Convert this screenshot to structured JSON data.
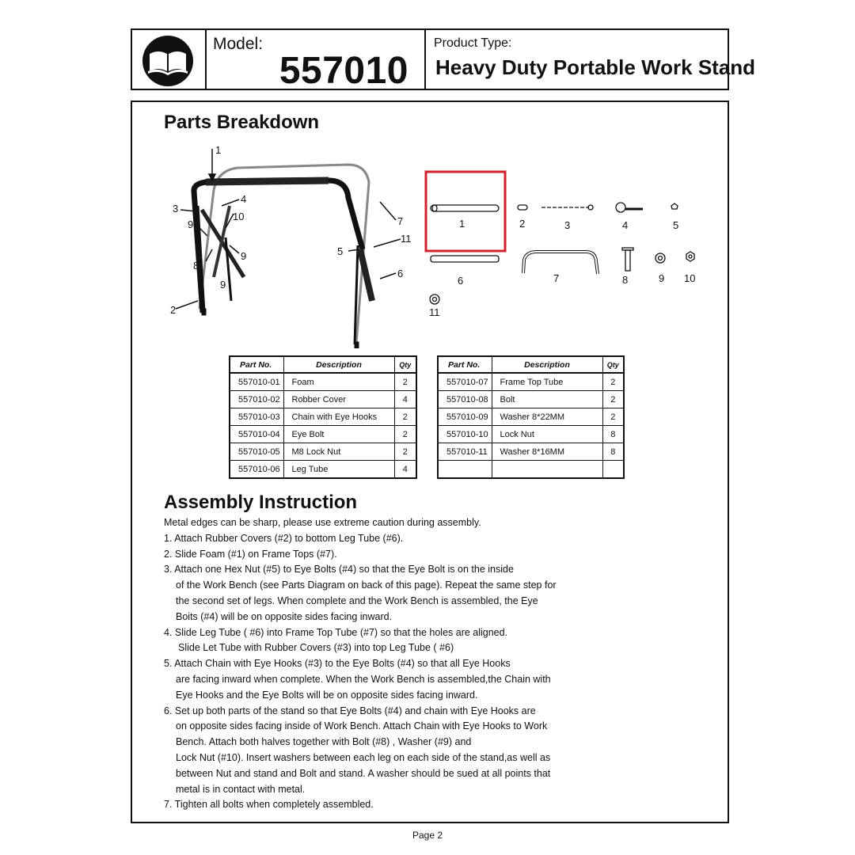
{
  "header": {
    "logo_icon": "open-book-icon",
    "model_label": "Model:",
    "model_number": "557010",
    "product_type_label": "Product Type:",
    "product_type": "Heavy Duty Portable Work Stand"
  },
  "parts_breakdown": {
    "title": "Parts Breakdown",
    "assembly_callouts": [
      "1",
      "2",
      "3",
      "4",
      "5",
      "6",
      "7",
      "8",
      "9",
      "10",
      "11"
    ],
    "part_callouts": [
      "1",
      "2",
      "3",
      "4",
      "5",
      "6",
      "7",
      "8",
      "9",
      "10",
      "11"
    ],
    "highlight_color": "#d0202a"
  },
  "tables": {
    "headers": {
      "part_no": "Part No.",
      "description": "Description",
      "qty": "Qty"
    },
    "left": [
      {
        "part_no": "557010-01",
        "description": "Foam",
        "qty": "2"
      },
      {
        "part_no": "557010-02",
        "description": "Robber Cover",
        "qty": "4"
      },
      {
        "part_no": "557010-03",
        "description": "Chain with Eye Hooks",
        "qty": "2"
      },
      {
        "part_no": "557010-04",
        "description": "Eye Bolt",
        "qty": "2"
      },
      {
        "part_no": "557010-05",
        "description": "M8 Lock Nut",
        "qty": "2"
      },
      {
        "part_no": "557010-06",
        "description": "Leg Tube",
        "qty": "4"
      }
    ],
    "right": [
      {
        "part_no": "557010-07",
        "description": "Frame Top Tube",
        "qty": "2"
      },
      {
        "part_no": "557010-08",
        "description": "Bolt",
        "qty": "2"
      },
      {
        "part_no": "557010-09",
        "description": "Washer 8*22MM",
        "qty": "2"
      },
      {
        "part_no": "557010-10",
        "description": "Lock Nut",
        "qty": "8"
      },
      {
        "part_no": "557010-11",
        "description": "Washer 8*16MM",
        "qty": "8"
      },
      {
        "part_no": "",
        "description": "",
        "qty": ""
      }
    ]
  },
  "assembly": {
    "title": "Assembly Instruction",
    "lines": [
      "Metal edges can be sharp, please use extreme caution during assembly.",
      "1. Attach Rubber Covers (#2) to bottom Leg Tube (#6).",
      "2. Slide Foam (#1) on Frame Tops (#7).",
      "3. Attach one Hex Nut (#5) to Eye Bolts (#4) so that the Eye Bolt is on the inside",
      "of the  Work Bench (see Parts Diagram on back of this page). Repeat the same step for",
      "the second set of legs. When complete and the Work Bench is assembled, the Eye",
      "Boits (#4) will be on opposite sides facing inward.",
      "4. Slide Leg Tube ( #6) into Frame Top Tube (#7) so that the holes are aligned.",
      "Slide Let Tube with Rubber Covers (#3) into top Leg Tube ( #6)",
      "5. Attach Chain with Eye Hooks (#3) to the Eye Bolts (#4) so that all Eye Hooks",
      "are facing inward when complete. When the Work Bench is assembled,the Chain with",
      "Eye Hooks and the Eye Bolts will be on opposite sides facing inward.",
      "6. Set up both parts of the stand so that Eye Bolts (#4) and chain with Eye Hooks are",
      "on opposite sides facing inside of Work Bench. Attach Chain with Eye Hooks to Work",
      "Bench. Attach both halves together with Bolt (#8) , Washer (#9) and",
      "Lock Nut (#10). Insert washers between each leg on each side of the stand,as well as",
      "between Nut and stand and Bolt and stand. A washer should be sued at all points that",
      "metal is in contact with metal.",
      "7. Tighten all bolts when completely assembled."
    ]
  },
  "footer": {
    "page": "Page 2"
  }
}
